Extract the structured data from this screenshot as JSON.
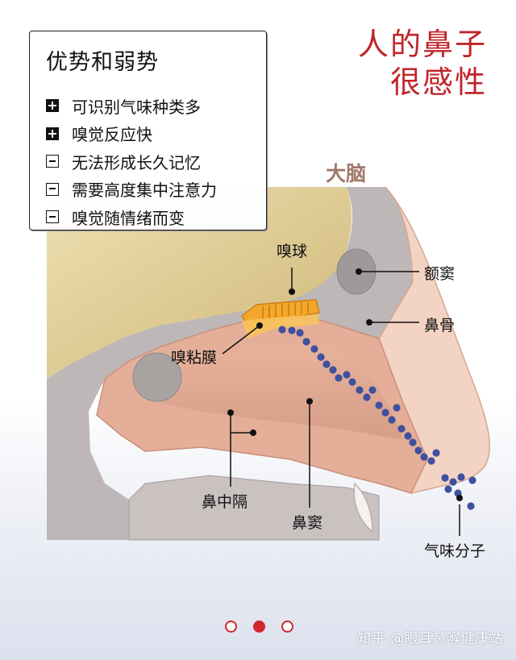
{
  "legend": {
    "title": "优势和弱势",
    "items": [
      {
        "sign": "+",
        "text": "可识别气味种类多"
      },
      {
        "sign": "+",
        "text": "嗅觉反应快"
      },
      {
        "sign": "-",
        "text": "无法形成长久记忆"
      },
      {
        "sign": "-",
        "text": "需要高度集中注意力"
      },
      {
        "sign": "-",
        "text": "嗅觉随情绪而变"
      }
    ]
  },
  "title": {
    "line1": "人的鼻子",
    "line2": "很感性"
  },
  "labels": {
    "brain": "大脑",
    "olfactory_bulb": "嗅球",
    "frontal_sinus": "额窦",
    "nasal_bone": "鼻骨",
    "olfactory_mucosa": "嗅粘膜",
    "nasal_septum": "鼻中隔",
    "nasal_sinus": "鼻窦",
    "odor_molecules": "气味分子"
  },
  "colors": {
    "title_red": "#c0252b",
    "brain_gold": "#d9c58c",
    "bone_gray": "#b9b4b3",
    "tissue_pink": "#e0aa93",
    "skin": "#f2d0bf",
    "olfactory_orange": "#f4a82a",
    "molecule_blue": "#3d4f9c",
    "active_dot": "#d0282c"
  },
  "pager": {
    "count": 3,
    "active_index": 1
  },
  "watermark": "知乎 @眼耳鼻喉健康站"
}
